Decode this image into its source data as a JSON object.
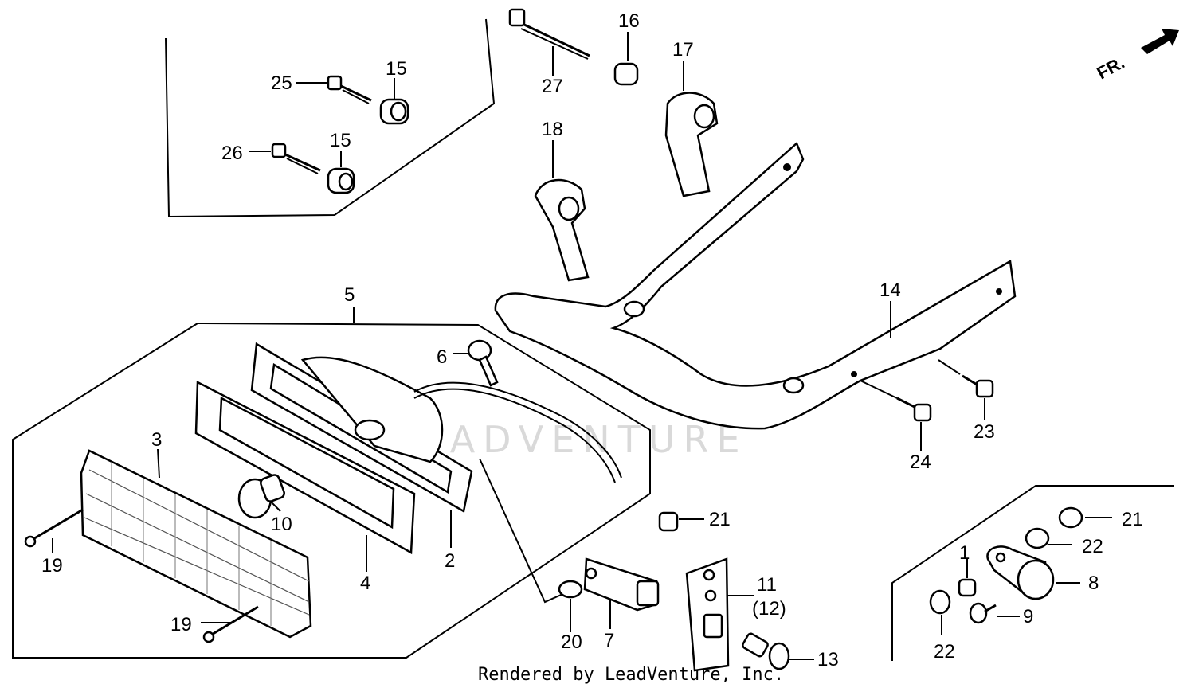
{
  "diagram": {
    "direction_label": "FR.",
    "watermark": "LEADVENTURE",
    "credit": "Rendered by LeadVenture, Inc.",
    "callouts": {
      "p1": "1",
      "p2": "2",
      "p3": "3",
      "p4": "4",
      "p5": "5",
      "p6": "6",
      "p7": "7",
      "p8": "8",
      "p9": "9",
      "p10": "10",
      "p11": "11",
      "p12": "(12)",
      "p13": "13",
      "p14": "14",
      "p15a": "15",
      "p15b": "15",
      "p16": "16",
      "p17": "17",
      "p18": "18",
      "p19a": "19",
      "p19b": "19",
      "p20": "20",
      "p21a": "21",
      "p21b": "21",
      "p22a": "22",
      "p22b": "22",
      "p23": "23",
      "p24": "24",
      "p25": "25",
      "p26": "26",
      "p27": "27"
    }
  }
}
